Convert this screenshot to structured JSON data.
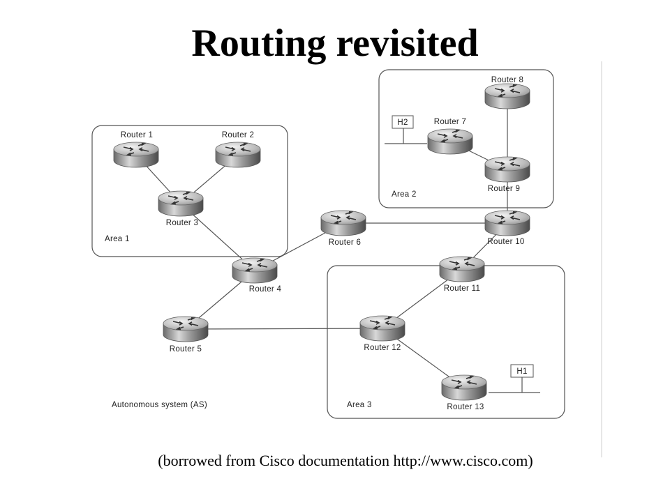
{
  "title": "Routing revisited",
  "caption": "(borrowed from Cisco documentation http://www.cisco.com)",
  "diagram": {
    "as_label": "Autonomous system (AS)",
    "areas": [
      {
        "id": "area1",
        "label": "Area 1"
      },
      {
        "id": "area2",
        "label": "Area 2"
      },
      {
        "id": "area3",
        "label": "Area 3"
      }
    ],
    "routers": [
      {
        "id": "r1",
        "label": "Router 1"
      },
      {
        "id": "r2",
        "label": "Router 2"
      },
      {
        "id": "r3",
        "label": "Router 3"
      },
      {
        "id": "r4",
        "label": "Router 4"
      },
      {
        "id": "r5",
        "label": "Router 5"
      },
      {
        "id": "r6",
        "label": "Router 6"
      },
      {
        "id": "r7",
        "label": "Router 7"
      },
      {
        "id": "r8",
        "label": "Router 8"
      },
      {
        "id": "r9",
        "label": "Router 9"
      },
      {
        "id": "r10",
        "label": "Router 10"
      },
      {
        "id": "r11",
        "label": "Router 11"
      },
      {
        "id": "r12",
        "label": "Router 12"
      },
      {
        "id": "r13",
        "label": "Router 13"
      }
    ],
    "hosts": [
      {
        "id": "h1",
        "label": "H1"
      },
      {
        "id": "h2",
        "label": "H2"
      }
    ],
    "links": [
      [
        "r1",
        "r3"
      ],
      [
        "r2",
        "r3"
      ],
      [
        "r3",
        "r4"
      ],
      [
        "r4",
        "r6"
      ],
      [
        "r4",
        "r5"
      ],
      [
        "r6",
        "r10"
      ],
      [
        "r8",
        "r9"
      ],
      [
        "r7",
        "r9"
      ],
      [
        "r9",
        "r10"
      ],
      [
        "r10",
        "r11"
      ],
      [
        "r11",
        "r12"
      ],
      [
        "r5",
        "r12"
      ],
      [
        "r12",
        "r13"
      ]
    ]
  }
}
